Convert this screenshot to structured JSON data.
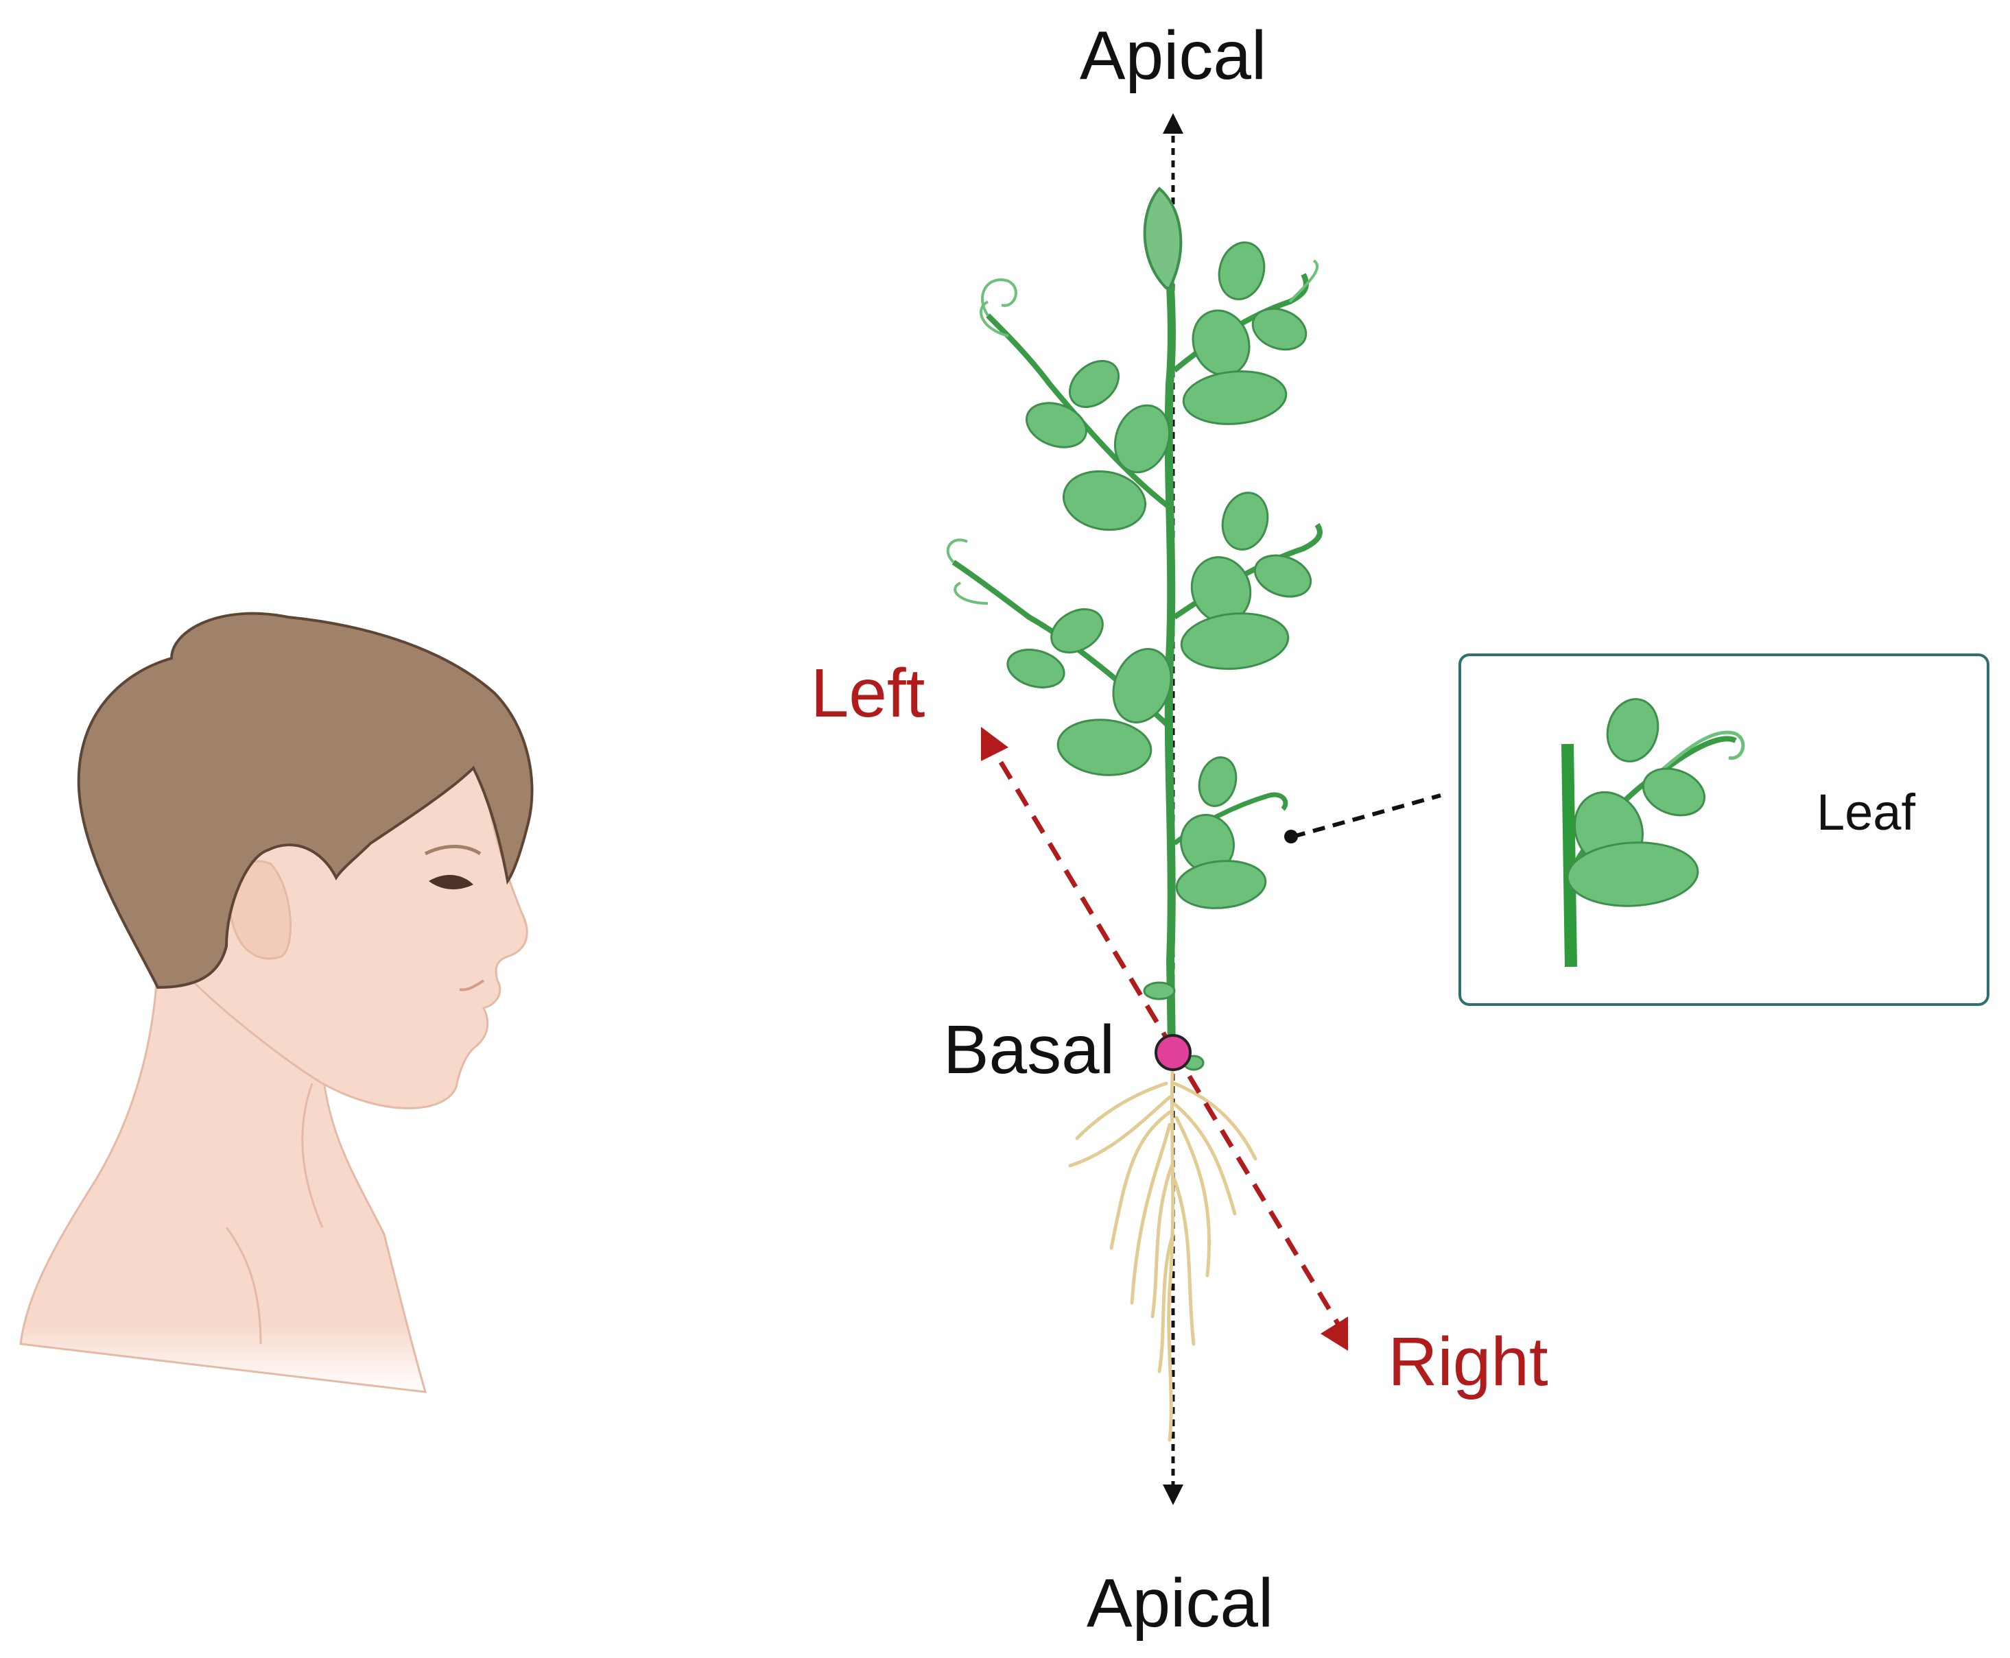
{
  "labels": {
    "apical_top": "Apical",
    "apical_bottom": "Apical",
    "basal": "Basal",
    "left": "Left",
    "right": "Right",
    "leaf": "Leaf"
  },
  "colors": {
    "label_black": "#111111",
    "direction_red": "#b01c1c",
    "basal_point": "#e0409a",
    "leaf_green": "#6cc07a",
    "leaf_outline": "#3f8f4c",
    "stem_green": "#2e9a3c",
    "root_tan": "#e2cc93",
    "hair_brown": "#a0826a",
    "skin": "#f7d9cb",
    "inset_border": "#2f6f70"
  },
  "icons": {
    "person": "child-head-profile",
    "plant": "pea-plant",
    "leaf_inset": "leaf-detail"
  }
}
